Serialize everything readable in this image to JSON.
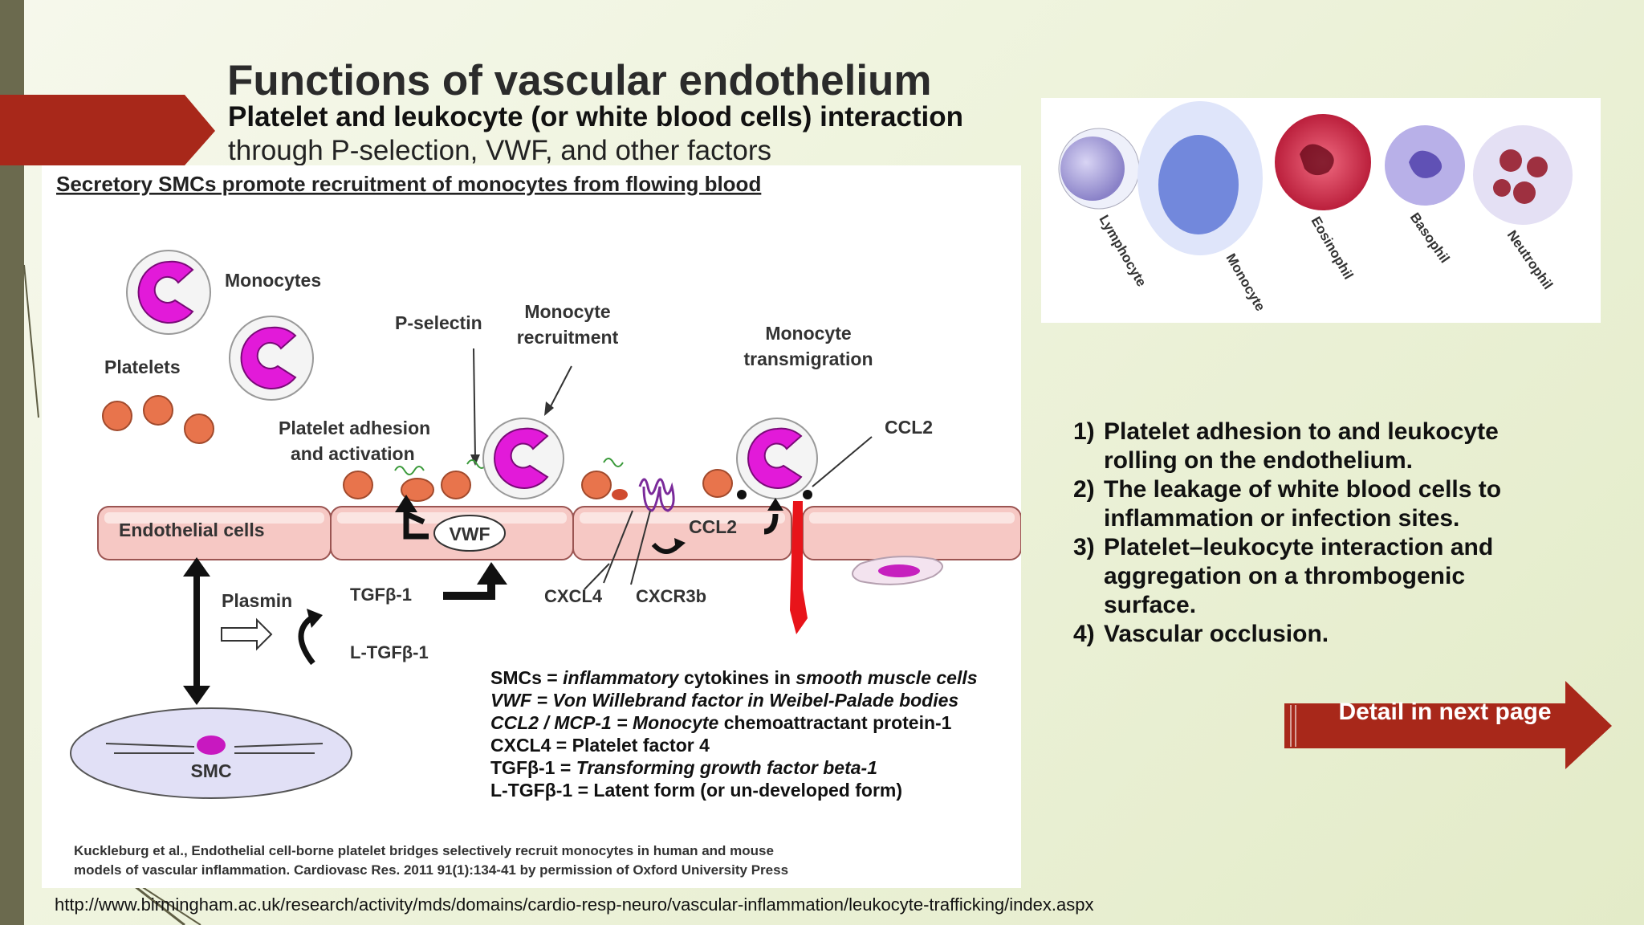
{
  "slide": {
    "title": "Functions of vascular endothelium",
    "subtitle_bold": "Platelet and leukocyte (or white blood cells) interaction",
    "subtitle_rest": "through P-selection, VWF, and other factors"
  },
  "figure": {
    "heading": "Secretory SMCs promote recruitment of monocytes from flowing blood",
    "labels": {
      "monocytes": "Monocytes",
      "platelets": "Platelets",
      "p_selectin": "P-selectin",
      "monocyte_recruitment_1": "Monocyte",
      "monocyte_recruitment_2": "recruitment",
      "monocyte_transmigration_1": "Monocyte",
      "monocyte_transmigration_2": "transmigration",
      "platelet_adhesion_1": "Platelet adhesion",
      "platelet_adhesion_2": "and activation",
      "ccl2_top": "CCL2",
      "endothelial_cells": "Endothelial cells",
      "vwf": "VWF",
      "ccl2_mid": "CCL2",
      "plasmin": "Plasmin",
      "tgfb1": "TGFβ-1",
      "ltgfb1": "L-TGFβ-1",
      "cxcl4": "CXCL4",
      "cxcr3b": "CXCR3b",
      "smc": "SMC"
    },
    "legend": [
      {
        "pre": "SMCs = ",
        "it1": "inflammatory",
        "mid": " cytokines in ",
        "it2": "smooth muscle cells",
        "post": ""
      },
      {
        "pre": "",
        "it1": "VWF = Von Willebrand factor in Weibel-Palade bodies",
        "mid": "",
        "it2": "",
        "post": ""
      },
      {
        "pre": "",
        "it1": "CCL2 / MCP-1 = Monocyte",
        "mid": " chemoattractant protein-1",
        "it2": "",
        "post": ""
      },
      {
        "pre": "CXCL4 = Platelet factor 4",
        "it1": "",
        "mid": "",
        "it2": "",
        "post": ""
      },
      {
        "pre": "TGFβ-1 = ",
        "it1": "Transforming growth factor beta-1",
        "mid": "",
        "it2": "",
        "post": ""
      },
      {
        "pre": "L-TGFβ-1 = Latent form (or un-developed form)",
        "it1": "",
        "mid": "",
        "it2": "",
        "post": ""
      }
    ],
    "citation_line1": "Kuckleburg et al., Endothelial cell-borne platelet bridges selectively recruit monocytes in human and mouse",
    "citation_line2": "models of vascular inflammation. Cardiovasc Res. 2011 91(1):134-41 by permission of Oxford University Press"
  },
  "wbc_types": [
    "Lymphocyte",
    "Monocyte",
    "Eosinophil",
    "Basophil",
    "Neutrophil"
  ],
  "points": [
    {
      "num": "1)",
      "text": "Platelet adhesion to and leukocyte rolling on the endothelium."
    },
    {
      "num": "2)",
      "text": "The leakage of white blood cells to inflammation or infection sites."
    },
    {
      "num": "3)",
      "text": "Platelet–leukocyte interaction and aggregation on a thrombogenic surface."
    },
    {
      "num": "4)",
      "text": "Vascular occlusion."
    }
  ],
  "detail_button": "Detail in next page",
  "source_url": "http://www.birmingham.ac.uk/research/activity/mds/domains/cardio-resp-neuro/vascular-inflammation/leukocyte-trafficking/index.aspx",
  "colors": {
    "accent_red": "#a8281a",
    "monocyte_purple": "#e21ad9",
    "platelet_orange": "#e8744c",
    "endothelium_pink": "#f6c8c4"
  }
}
